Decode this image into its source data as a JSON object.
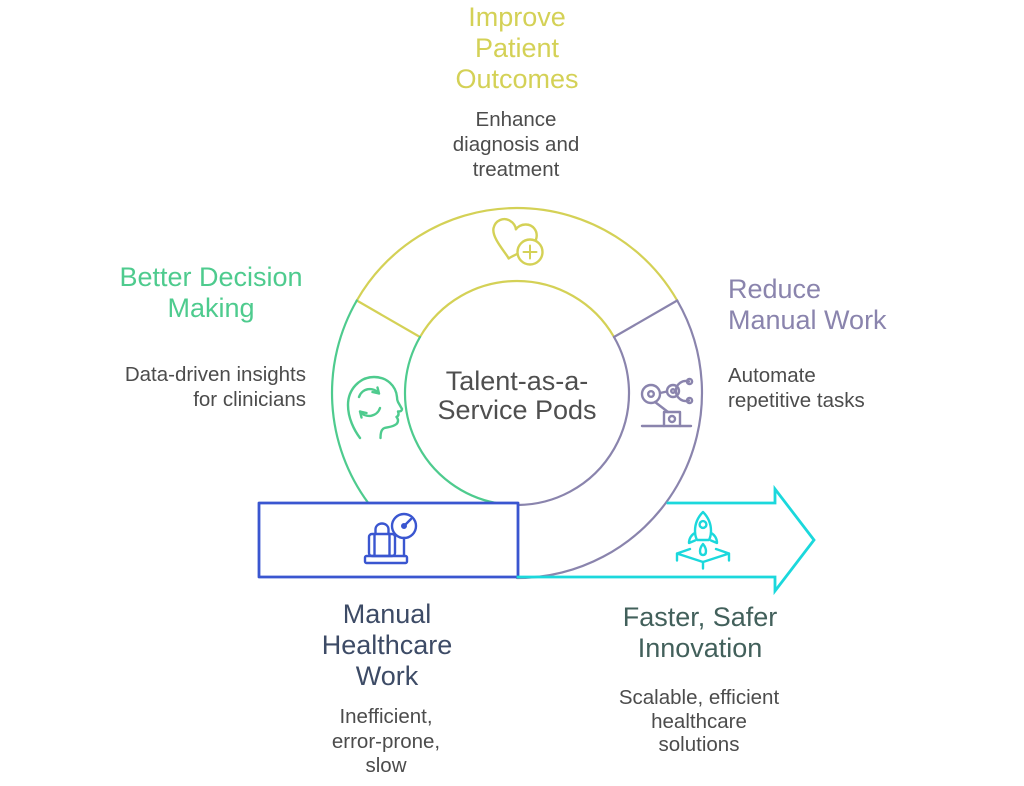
{
  "page": {
    "background": "#ffffff",
    "type": "infographic-cycle-diagram"
  },
  "diagram": {
    "center_label": "Talent-as-a-\nService Pods",
    "sections": {
      "top": {
        "title": "Improve\nPatient\nOutcomes",
        "description": "Enhance\ndiagnosis and\ntreatment",
        "color": "#d4d156",
        "icon": "heart-plus-icon"
      },
      "left": {
        "title": "Better Decision\nMaking",
        "description": "Data-driven insights\nfor clinicians",
        "color": "#4ecb8e",
        "icon": "brain-cycle-icon"
      },
      "right": {
        "title": "Reduce\nManual Work",
        "description": "Automate\nrepetitive tasks",
        "color": "#8a84ad",
        "icon": "robot-arm-icon"
      },
      "bottom_left": {
        "title": "Manual\nHealthcare\nWork",
        "description": "Inefficient,\nerror-prone,\nslow",
        "color": "#3d4b66",
        "accent": "#3a56d0",
        "icon": "luggage-scale-icon"
      },
      "bottom_right": {
        "title": "Faster, Safer\nInnovation",
        "description": "Scalable, efficient\nhealthcare\nsolutions",
        "color": "#42605b",
        "accent": "#1bd8dc",
        "icon": "rocket-launch-icon"
      }
    },
    "text_colors": {
      "description": "#4c4c4c",
      "center": "#4f4f4f"
    }
  }
}
